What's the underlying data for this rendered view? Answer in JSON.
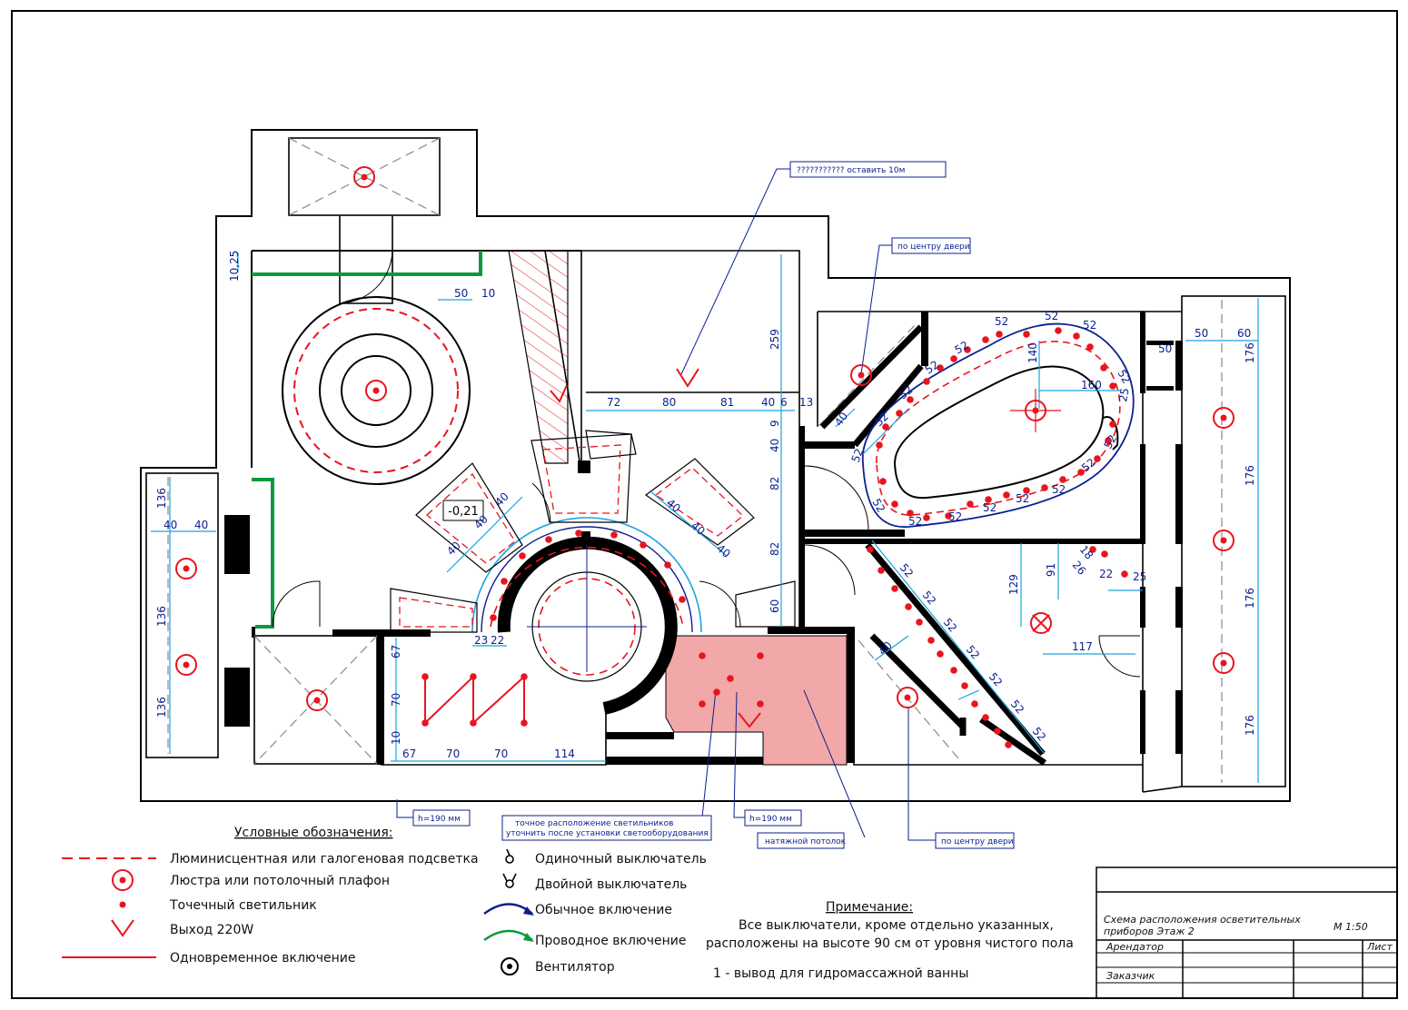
{
  "colors": {
    "wall": "#000000",
    "dimension": "#1aa3e0",
    "light_red": "#e8141e",
    "callout_blue": "#0b1f8f",
    "stretch_ceiling": "#f2a8a8",
    "wired_switch_green": "#0a9a3a",
    "hatch": "#e8141e"
  },
  "callouts": {
    "leave_10m": "??????????? оставить 10м",
    "door_center_top": "по центру двери",
    "door_center_bottom": "по центру двери",
    "h190_left": "h=190 мм",
    "h190_mid": "h=190 мм",
    "exact_fixtures_line1": "точное расположение светильников",
    "exact_fixtures_line2": "уточнить после установки светооборудования",
    "stretch_ceiling": "натяжной потолок",
    "level": "-0,21"
  },
  "dimensions": {
    "d_1025": "10,25",
    "d_50a": "50",
    "d_10": "10",
    "d_259": "259",
    "d_72": "72",
    "d_80": "80",
    "d_81": "81",
    "d_40a": "40",
    "d_6": "6",
    "d_13": "13",
    "d_9": "9",
    "d_40b": "40",
    "d_82a": "82",
    "d_82b": "82",
    "d_60": "60",
    "d_136a": "136",
    "d_136b": "136",
    "d_136c": "136",
    "d_40l1": "40",
    "d_40l2": "40",
    "d_40r1": "40",
    "d_40r2": "40",
    "d_40r3": "40",
    "d_40r4": "40",
    "d_40r5": "40",
    "d_40r6": "40",
    "d_23": "23",
    "d_22": "22",
    "d_67a": "67",
    "d_70a": "70",
    "d_10b": "10",
    "d_67b": "67",
    "d_70b": "70",
    "d_70c": "70",
    "d_114": "114",
    "d_52": "52",
    "d_140": "140",
    "d_160": "160",
    "d_25a": "25",
    "d_129": "129",
    "d_91": "91",
    "d_18": "18",
    "d_26": "26",
    "d_22b": "22",
    "d_25b": "25",
    "d_117": "117",
    "d_50r": "50",
    "d_60r": "60",
    "d_50s": "50",
    "d_176": "176",
    "d_40bath": "40",
    "d_40c": "40"
  },
  "legend": {
    "title": "Условные обозначения:",
    "items": [
      "Люминисцентная или галогеновая подсветка",
      "Люстра или потолочный плафон",
      "Точечный светильник",
      "Выход 220W",
      "Одновременное включение"
    ],
    "items2": [
      "Одиночный выключатель",
      "Двойной выключатель",
      "Обычное включение",
      "Проводное включение",
      "Вентилятор"
    ]
  },
  "note": {
    "title": "Примечание:",
    "line1": "Все выключатели, кроме отдельно указанных,",
    "line2": "расположены на высоте 90 см от уровня чистого пола",
    "line3": "1 - вывод для гидромассажной ванны"
  },
  "title_block": {
    "title_line1": "Схема расположения осветительных",
    "title_line2": "приборов Этаж 2",
    "scale": "М 1:50",
    "tenant_label": "Арендатор",
    "sheet_label": "Лист",
    "customer_label": "Заказчик"
  }
}
